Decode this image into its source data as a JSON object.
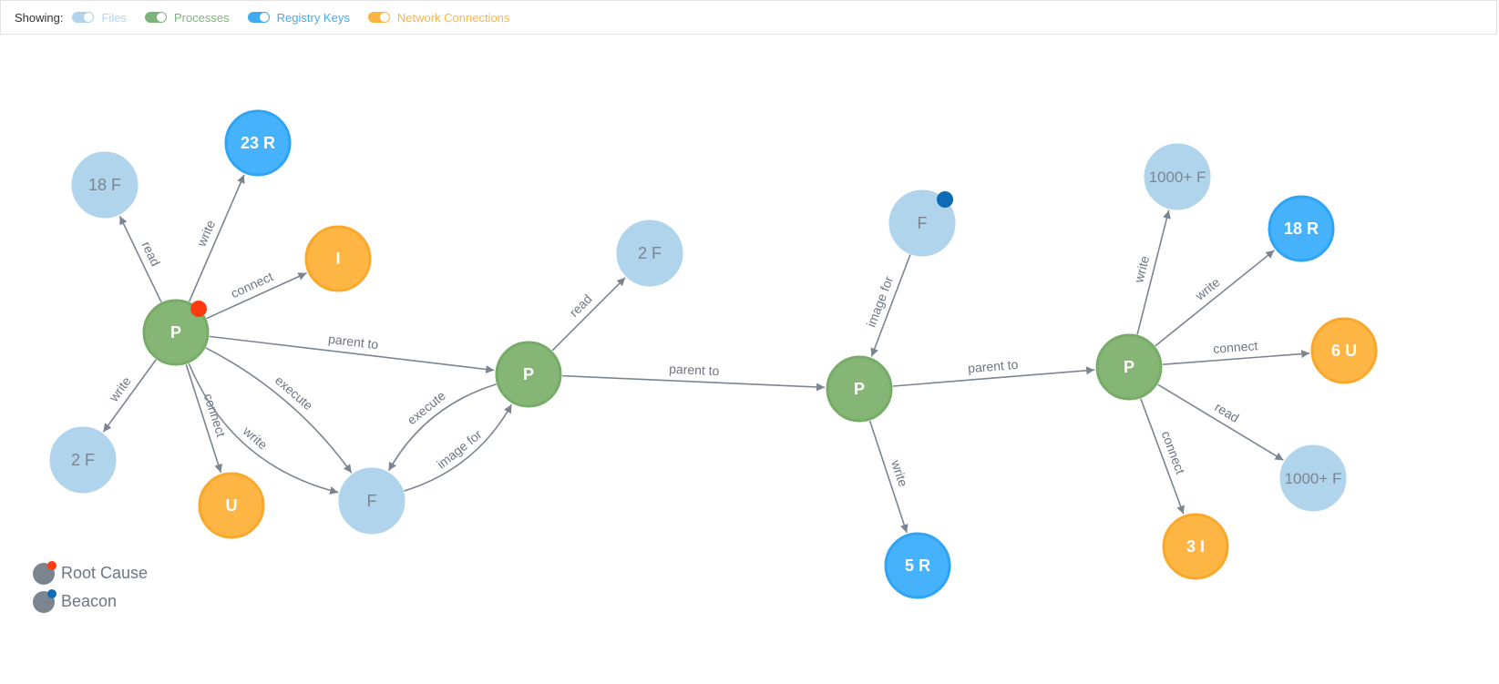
{
  "toolbar": {
    "showing_label": "Showing:",
    "filters": [
      {
        "label": "Files",
        "color": "#b0d4ec",
        "enabled": true
      },
      {
        "label": "Processes",
        "color": "#7db479",
        "enabled": true
      },
      {
        "label": "Registry Keys",
        "color": "#42aaf5",
        "enabled": true
      },
      {
        "label": "Network Connections",
        "color": "#fbb542",
        "enabled": true
      }
    ]
  },
  "legend": [
    {
      "label": "Root Cause",
      "color": "#ff3b0f"
    },
    {
      "label": "Beacon",
      "color": "#0d6cb5"
    }
  ],
  "colors": {
    "file": "#b0d4ec",
    "process": "#85b676",
    "registry": "#46b2fb",
    "network": "#fdb544",
    "edge": "#7b8591"
  },
  "graph": {
    "nodes": [
      {
        "id": "p1",
        "type": "process",
        "label": "P",
        "badge": "root-cause"
      },
      {
        "id": "f18",
        "type": "file",
        "label": "18 F"
      },
      {
        "id": "r23",
        "type": "registry",
        "label": "23 R"
      },
      {
        "id": "i1",
        "type": "network",
        "label": "I"
      },
      {
        "id": "f2a",
        "type": "file",
        "label": "2 F"
      },
      {
        "id": "u1",
        "type": "network",
        "label": "U"
      },
      {
        "id": "fa",
        "type": "file",
        "label": "F"
      },
      {
        "id": "p2",
        "type": "process",
        "label": "P"
      },
      {
        "id": "f2b",
        "type": "file",
        "label": "2 F"
      },
      {
        "id": "fb",
        "type": "file",
        "label": "F",
        "badge": "beacon"
      },
      {
        "id": "p3",
        "type": "process",
        "label": "P"
      },
      {
        "id": "r5",
        "type": "registry",
        "label": "5 R"
      },
      {
        "id": "p4",
        "type": "process",
        "label": "P"
      },
      {
        "id": "f1000a",
        "type": "file",
        "label": "1000+ F"
      },
      {
        "id": "r18",
        "type": "registry",
        "label": "18 R"
      },
      {
        "id": "u6",
        "type": "network",
        "label": "6 U"
      },
      {
        "id": "f1000b",
        "type": "file",
        "label": "1000+ F"
      },
      {
        "id": "i3",
        "type": "network",
        "label": "3 I"
      }
    ],
    "edges": [
      {
        "from": "p1",
        "to": "f18",
        "label": "read"
      },
      {
        "from": "p1",
        "to": "r23",
        "label": "write"
      },
      {
        "from": "p1",
        "to": "i1",
        "label": "connect"
      },
      {
        "from": "p1",
        "to": "f2a",
        "label": "write"
      },
      {
        "from": "p1",
        "to": "u1",
        "label": "connect"
      },
      {
        "from": "p1",
        "to": "fa",
        "label": "execute"
      },
      {
        "from": "p1",
        "to": "fa",
        "label": "write"
      },
      {
        "from": "p1",
        "to": "p2",
        "label": "parent to"
      },
      {
        "from": "p2",
        "to": "fa",
        "label": "execute"
      },
      {
        "from": "fa",
        "to": "p2",
        "label": "image for"
      },
      {
        "from": "p2",
        "to": "f2b",
        "label": "read"
      },
      {
        "from": "p2",
        "to": "p3",
        "label": "parent to"
      },
      {
        "from": "fb",
        "to": "p3",
        "label": "image for"
      },
      {
        "from": "p3",
        "to": "r5",
        "label": "write"
      },
      {
        "from": "p3",
        "to": "p4",
        "label": "parent to"
      },
      {
        "from": "p4",
        "to": "f1000a",
        "label": "write"
      },
      {
        "from": "p4",
        "to": "r18",
        "label": "write"
      },
      {
        "from": "p4",
        "to": "u6",
        "label": "connect"
      },
      {
        "from": "p4",
        "to": "f1000b",
        "label": "read"
      },
      {
        "from": "p4",
        "to": "i3",
        "label": "connect"
      }
    ]
  }
}
